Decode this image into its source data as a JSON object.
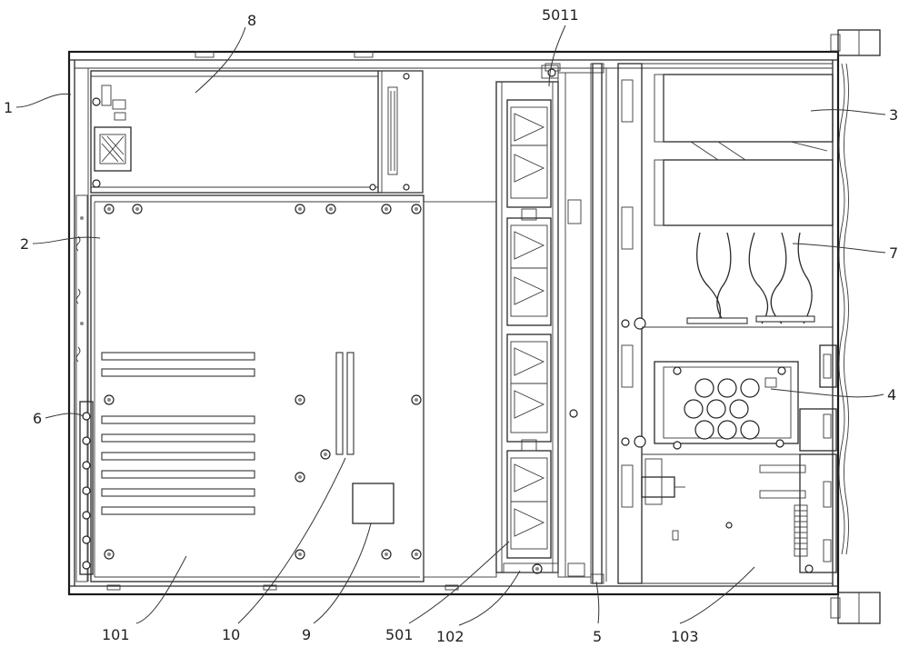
{
  "figure": {
    "callouts": {
      "c1": "1",
      "c2": "2",
      "c3": "3",
      "c4": "4",
      "c5": "5",
      "c6": "6",
      "c7": "7",
      "c8": "8",
      "c9": "9",
      "c10": "10",
      "c101": "101",
      "c102": "102",
      "c103": "103",
      "c501": "501",
      "c5011": "5011"
    }
  }
}
